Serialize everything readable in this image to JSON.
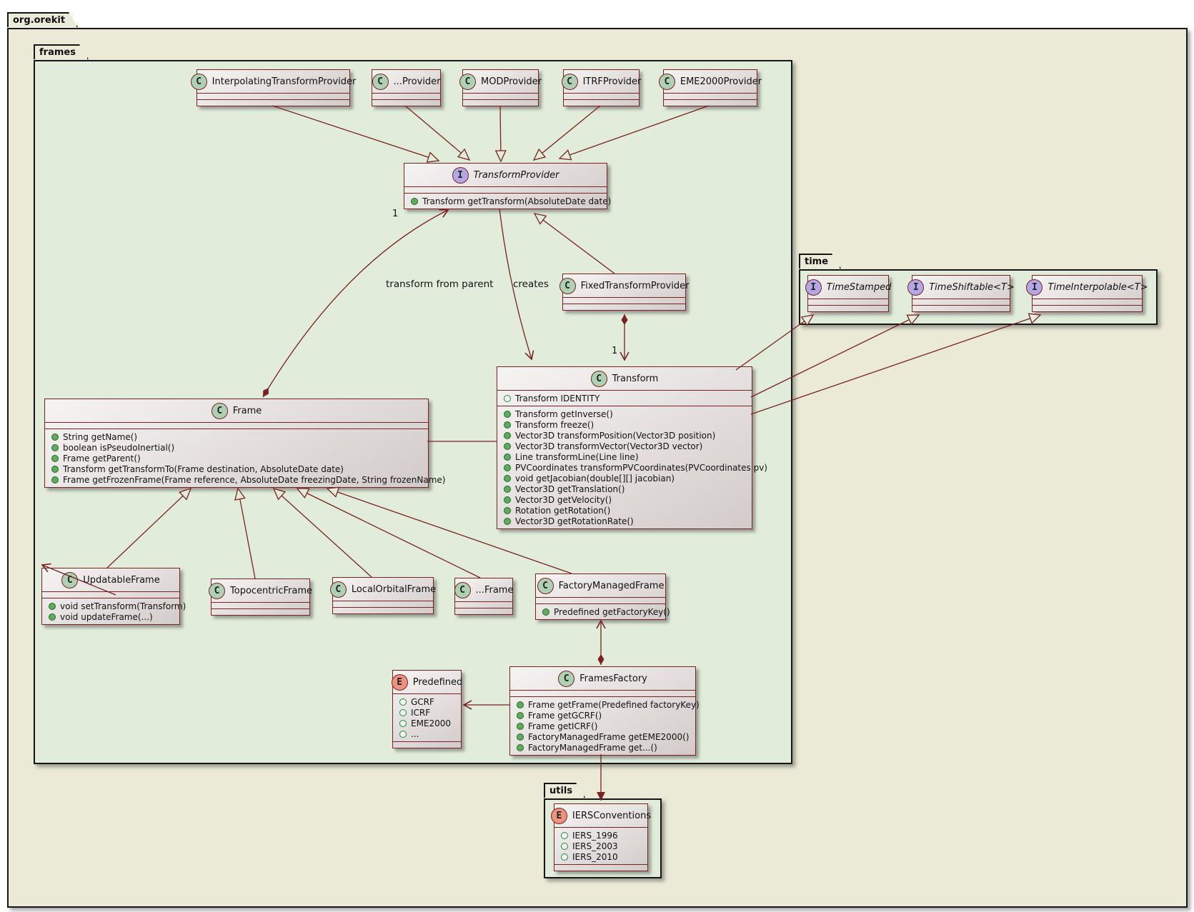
{
  "packages": {
    "root": {
      "label": "org.orekit"
    },
    "frames": {
      "label": "frames"
    },
    "time": {
      "label": "time"
    },
    "utils": {
      "label": "utils"
    }
  },
  "labels": {
    "transform_from_parent": "transform from parent",
    "creates": "creates",
    "mult_provider": "1",
    "mult_transform": "1"
  },
  "colors": {
    "line": "#7a2121",
    "box_border": "#7a2121",
    "class_icon_bg": "#ADD1B2",
    "interface_icon_bg": "#B4A7E5",
    "enum_icon_bg": "#EB937F",
    "outer_package_bg": "#eaead6",
    "inner_package_bg": "#e1edda"
  },
  "classes": {
    "interpolating": {
      "letter": "C",
      "name": "InterpolatingTransformProvider"
    },
    "dotsProvider": {
      "letter": "C",
      "name": "...Provider"
    },
    "mod": {
      "letter": "C",
      "name": "MODProvider"
    },
    "itrf": {
      "letter": "C",
      "name": "ITRFProvider"
    },
    "eme2000": {
      "letter": "C",
      "name": "EME2000Provider"
    },
    "transformProvider": {
      "letter": "I",
      "name": "TransformProvider",
      "methods": [
        "Transform getTransform(AbsoluteDate date)"
      ]
    },
    "fixedTransformProvider": {
      "letter": "C",
      "name": "FixedTransformProvider"
    },
    "transform": {
      "letter": "C",
      "name": "Transform",
      "fields": [
        "Transform IDENTITY"
      ],
      "methods": [
        "Transform getInverse()",
        "Transform freeze()",
        "Vector3D transformPosition(Vector3D position)",
        "Vector3D transformVector(Vector3D vector)",
        "Line transformLine(Line line)",
        "PVCoordinates transformPVCoordinates(PVCoordinates pv)",
        "void getJacobian(double[][] jacobian)",
        "Vector3D getTranslation()",
        "Vector3D getVelocity()",
        "Rotation getRotation()",
        "Vector3D getRotationRate()"
      ]
    },
    "frame": {
      "letter": "C",
      "name": "Frame",
      "methods": [
        "String getName()",
        "boolean isPseudoInertial()",
        "Frame getParent()",
        "Transform getTransformTo(Frame destination, AbsoluteDate date)",
        "Frame getFrozenFrame(Frame reference, AbsoluteDate freezingDate, String frozenName)"
      ]
    },
    "updatableFrame": {
      "letter": "C",
      "name": "UpdatableFrame",
      "methods": [
        "void setTransform(Transform)",
        "void updateFrame(...)"
      ]
    },
    "topocentricFrame": {
      "letter": "C",
      "name": "TopocentricFrame"
    },
    "localOrbitalFrame": {
      "letter": "C",
      "name": "LocalOrbitalFrame"
    },
    "dotsFrame": {
      "letter": "C",
      "name": "...Frame"
    },
    "factoryManagedFrame": {
      "letter": "C",
      "name": "FactoryManagedFrame",
      "methods": [
        "Predefined getFactoryKey()"
      ]
    },
    "framesFactory": {
      "letter": "C",
      "name": "FramesFactory",
      "methods": [
        "Frame getFrame(Predefined factoryKey)",
        "Frame getGCRF()",
        "Frame getICRF()",
        "FactoryManagedFrame getEME2000()",
        "FactoryManagedFrame get...()"
      ]
    },
    "predefined": {
      "letter": "E",
      "name": "Predefined",
      "fields": [
        "GCRF",
        "ICRF",
        "EME2000",
        "..."
      ]
    },
    "iers": {
      "letter": "E",
      "name": "IERSConventions",
      "fields": [
        "IERS_1996",
        "IERS_2003",
        "IERS_2010"
      ]
    },
    "timeStamped": {
      "letter": "I",
      "name": "TimeStamped"
    },
    "timeShiftable": {
      "letter": "I",
      "name": "TimeShiftable<T>"
    },
    "timeInterpolable": {
      "letter": "I",
      "name": "TimeInterpolable<T>"
    }
  }
}
